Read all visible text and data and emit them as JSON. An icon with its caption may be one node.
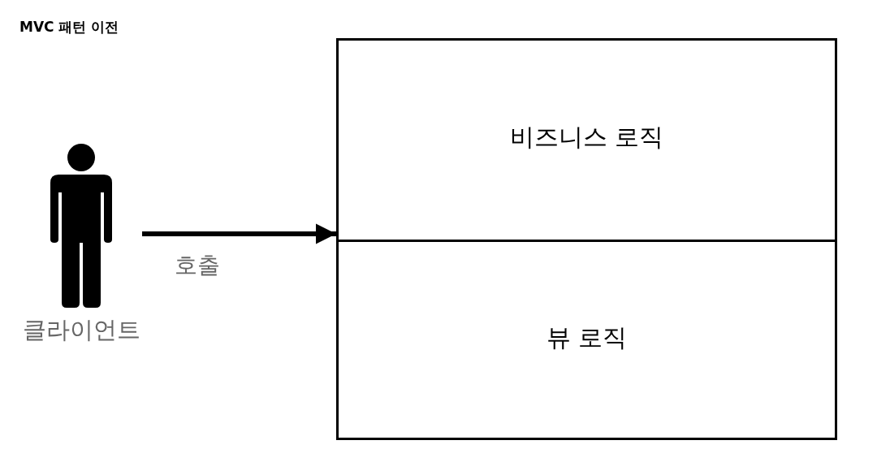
{
  "diagram": {
    "title": "MVC 패턴 이전",
    "nodes": [
      {
        "text": [
          "클라이언트"
        ]
      },
      {
        "text": [],
        "shape": "box"
      },
      {
        "text": [
          "비즈니스 로직"
        ],
        "in": 1
      },
      {
        "text": [
          "뷰 로직"
        ],
        "in": 1
      }
    ],
    "edges": [
      {
        "from": 0,
        "to": 1,
        "arrow": "to",
        "label": "호출"
      }
    ]
  }
}
